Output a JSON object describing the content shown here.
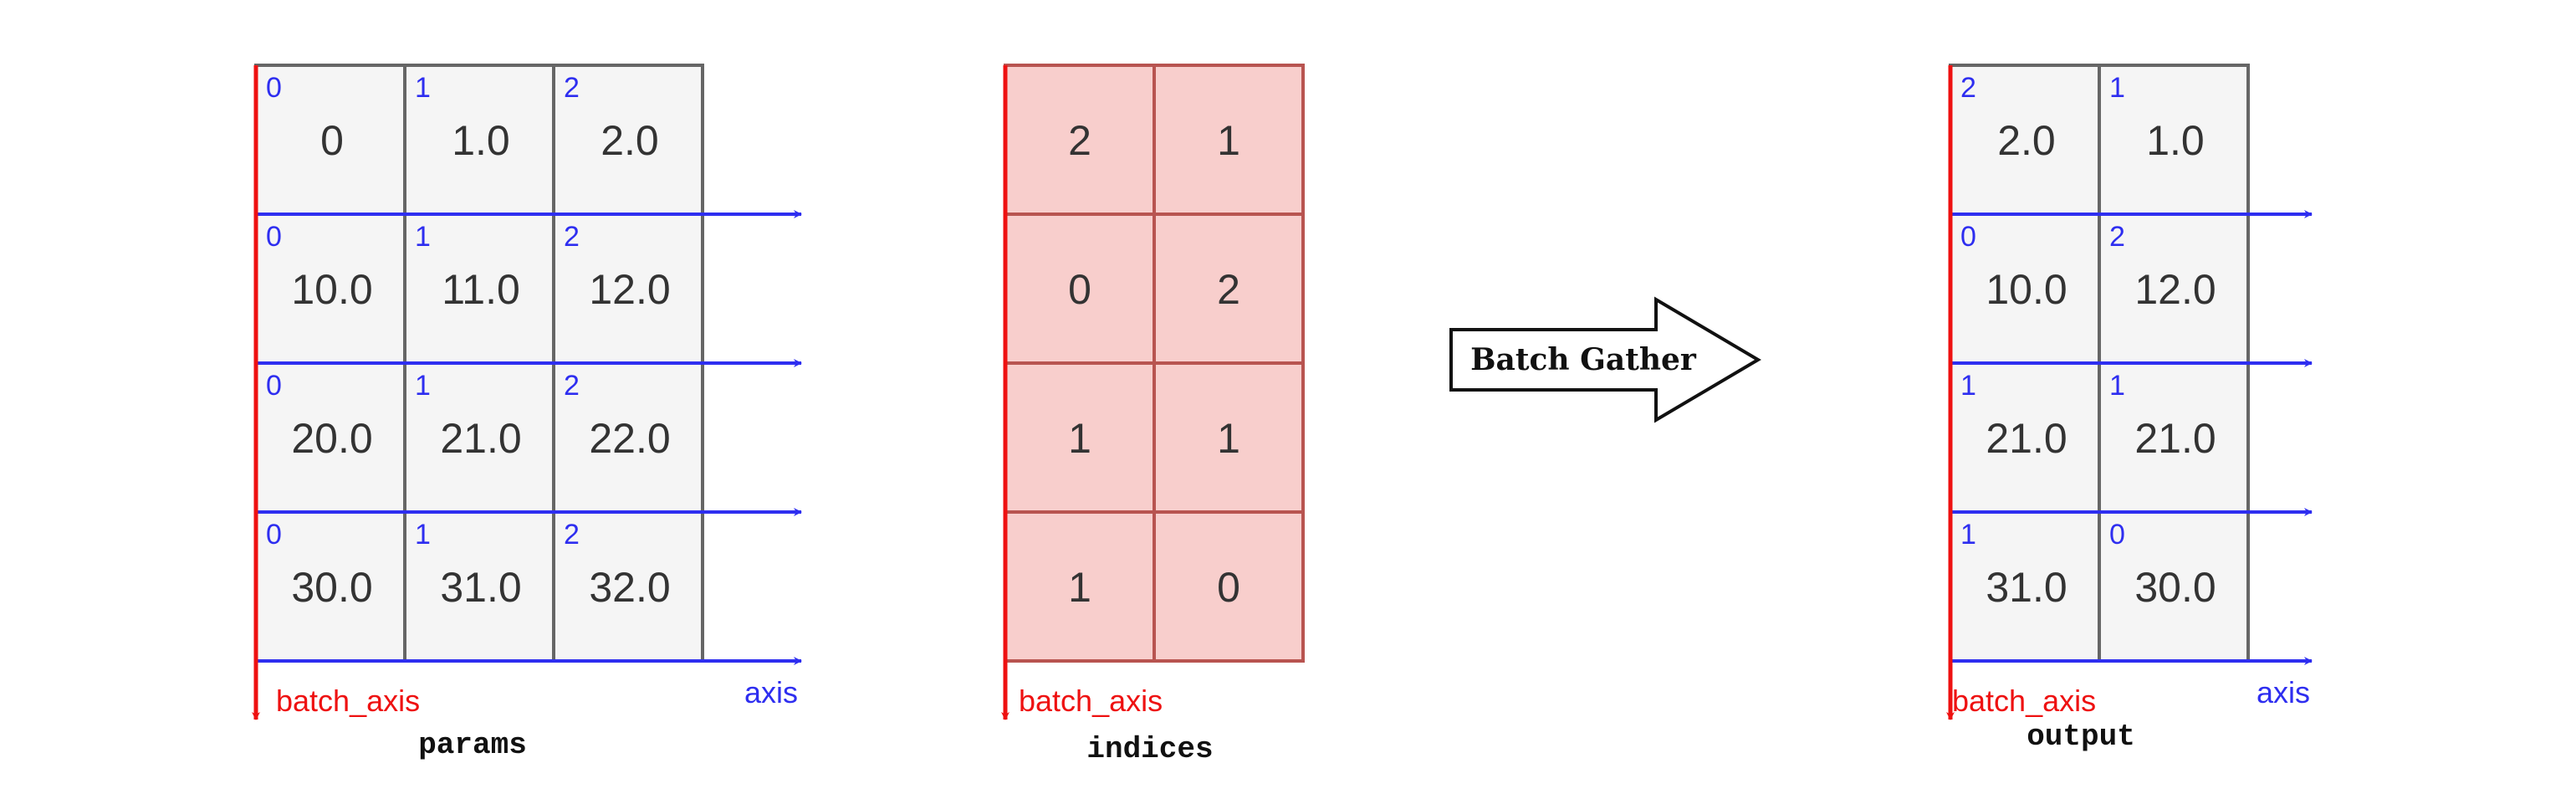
{
  "colors": {
    "grid_fill": "#f5f5f5",
    "grid_stroke": "#666666",
    "index_fill": "#f8cecc",
    "index_stroke": "#b85450",
    "batch_axis": "#ee1111",
    "axis": "#2e2ef0",
    "text": "#333333"
  },
  "params": {
    "caption": "params",
    "batch_axis_label": "batch_axis",
    "axis_label": "axis",
    "rows": [
      [
        {
          "idx": "0",
          "val": "0"
        },
        {
          "idx": "1",
          "val": "1.0"
        },
        {
          "idx": "2",
          "val": "2.0"
        }
      ],
      [
        {
          "idx": "0",
          "val": "10.0"
        },
        {
          "idx": "1",
          "val": "11.0"
        },
        {
          "idx": "2",
          "val": "12.0"
        }
      ],
      [
        {
          "idx": "0",
          "val": "20.0"
        },
        {
          "idx": "1",
          "val": "21.0"
        },
        {
          "idx": "2",
          "val": "22.0"
        }
      ],
      [
        {
          "idx": "0",
          "val": "30.0"
        },
        {
          "idx": "1",
          "val": "31.0"
        },
        {
          "idx": "2",
          "val": "32.0"
        }
      ]
    ]
  },
  "indices": {
    "caption": "indices",
    "batch_axis_label": "batch_axis",
    "rows": [
      [
        "2",
        "1"
      ],
      [
        "0",
        "2"
      ],
      [
        "1",
        "1"
      ],
      [
        "1",
        "0"
      ]
    ]
  },
  "operation": {
    "label": "Batch Gather"
  },
  "output": {
    "caption": "output",
    "batch_axis_label": "batch_axis",
    "axis_label": "axis",
    "rows": [
      [
        {
          "idx": "2",
          "val": "2.0"
        },
        {
          "idx": "1",
          "val": "1.0"
        }
      ],
      [
        {
          "idx": "0",
          "val": "10.0"
        },
        {
          "idx": "2",
          "val": "12.0"
        }
      ],
      [
        {
          "idx": "1",
          "val": "21.0"
        },
        {
          "idx": "1",
          "val": "21.0"
        }
      ],
      [
        {
          "idx": "1",
          "val": "31.0"
        },
        {
          "idx": "0",
          "val": "30.0"
        }
      ]
    ]
  }
}
